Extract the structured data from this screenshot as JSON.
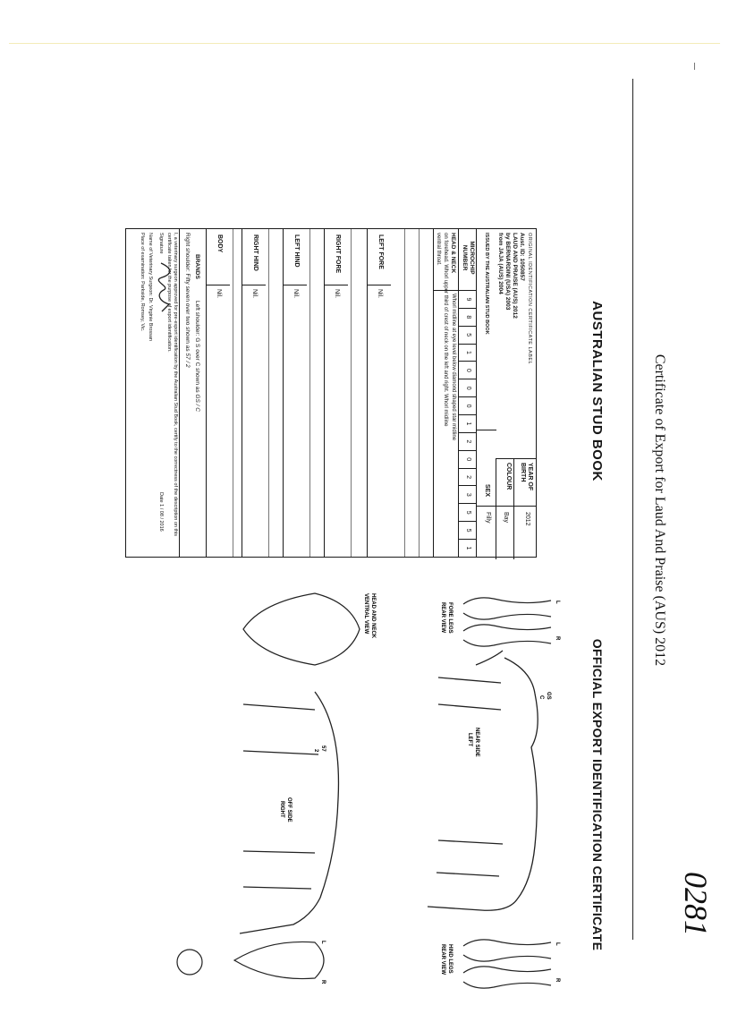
{
  "page": {
    "heading": "Certificate of Export for Laud And Praise (AUS) 2012",
    "ref_number": "0281"
  },
  "certificate": {
    "stud_book_title": "AUSTRALIAN STUD BOOK",
    "export_title": "OFFICIAL EXPORT IDENTIFICATION CERTIFICATE",
    "original_label": "ORIGINAL IDENTIFICATION CERTIFICATE LABEL",
    "horse_lines": [
      "Aust. ID: 1050857",
      "LAUD AND PRAISE (AUS) 2012",
      "by BERNARDINI (USA) 2003",
      "from JAJA (AUS) 2004"
    ],
    "issued_by": "ISSUED BY THE AUSTRALIAN STUD BOOK",
    "year_of_birth_label": "YEAR OF BIRTH",
    "year_of_birth": "2012",
    "colour_label": "COLOUR",
    "colour": "Bay",
    "sex_label": "SEX",
    "sex": "Filly",
    "microchip_label": "MICROCHIP NUMBER",
    "microchip_digits": [
      "9",
      "8",
      "5",
      "1",
      "0",
      "0",
      "0",
      "1",
      "2",
      "0",
      "2",
      "3",
      "5",
      "5",
      "1"
    ],
    "head_neck_label": "HEAD & NECK",
    "head_neck_lines": [
      "Whorl midline at eye level below diamond shaped star midline",
      "on forehead. Whorl upper third of crest of neck on the left and right. Whorl midline",
      "ventral throat."
    ],
    "sections": [
      {
        "label": "LEFT FORE",
        "value": "Nil."
      },
      {
        "label": "RIGHT FORE",
        "value": "Nil."
      },
      {
        "label": "LEFT HIND",
        "value": "Nil."
      },
      {
        "label": "RIGHT HIND",
        "value": "Nil."
      },
      {
        "label": "BODY",
        "value": "Nil."
      }
    ],
    "brands_label": "BRANDS",
    "brand_left": "Left shoulder: G S over C shown as",
    "brand_left_mark": "GS / C",
    "brand_right": "Right shoulder: Fifty seven over two shown as",
    "brand_right_mark": "57 / 2",
    "declaration": "I, a veterinary surgeon approved for pre-export identification by the Australian Stud Book, certify to the correctness of the description on this certificate taken for the purpose of export identification.",
    "signature_label": "Signature",
    "date_label": "Date",
    "date_value": "1 / 08 / 2016",
    "vet_line": "Name of Veterinary Surgeon: Dr. Virginie Brossan",
    "place_line": "Place of examination: Parkside, Romsey, Vic."
  },
  "diagram": {
    "fore_legs": "FORE LEGS",
    "fore_legs_sub": "REAR VIEW",
    "hind_legs": "HIND LEGS",
    "hind_legs_sub": "REAR VIEW",
    "near_side": "NEAR SIDE",
    "near_side_sub": "LEFT",
    "off_side": "OFF SIDE",
    "off_side_sub": "RIGHT",
    "head_neck": "HEAD AND NECK",
    "head_neck_sub": "VENTRAL VIEW",
    "brand_gs": "GS",
    "brand_c": "C",
    "brand_57": "57",
    "brand_2": "2",
    "left": "L",
    "right": "R"
  }
}
